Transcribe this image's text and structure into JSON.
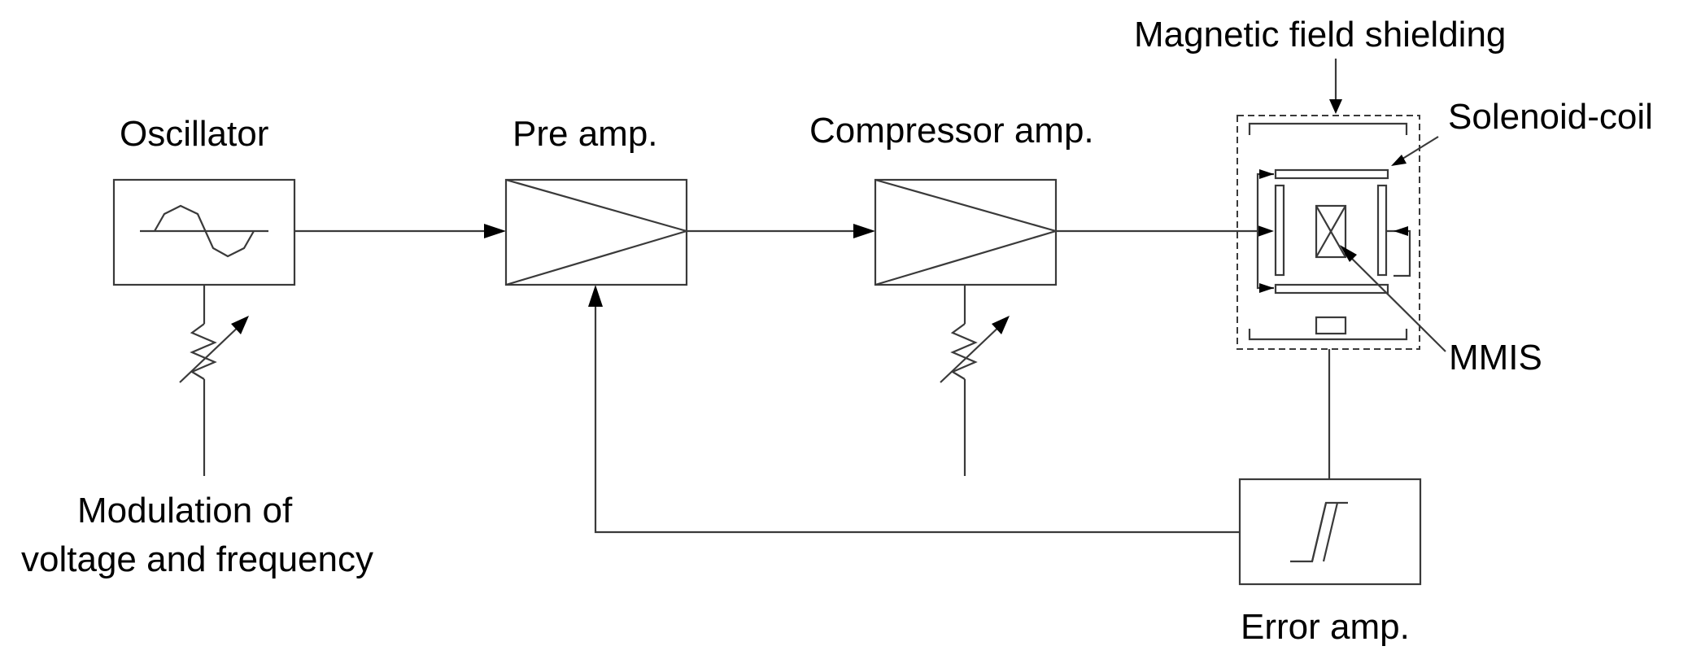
{
  "labels": {
    "oscillator": "Oscillator",
    "pre_amp": "Pre amp.",
    "compressor_amp": "Compressor amp.",
    "shielding": "Magnetic field shielding",
    "solenoid": "Solenoid-coil",
    "mmis": "MMIS",
    "error_amp": "Error amp.",
    "modulation_line1": "Modulation of",
    "modulation_line2": "voltage and frequency"
  }
}
